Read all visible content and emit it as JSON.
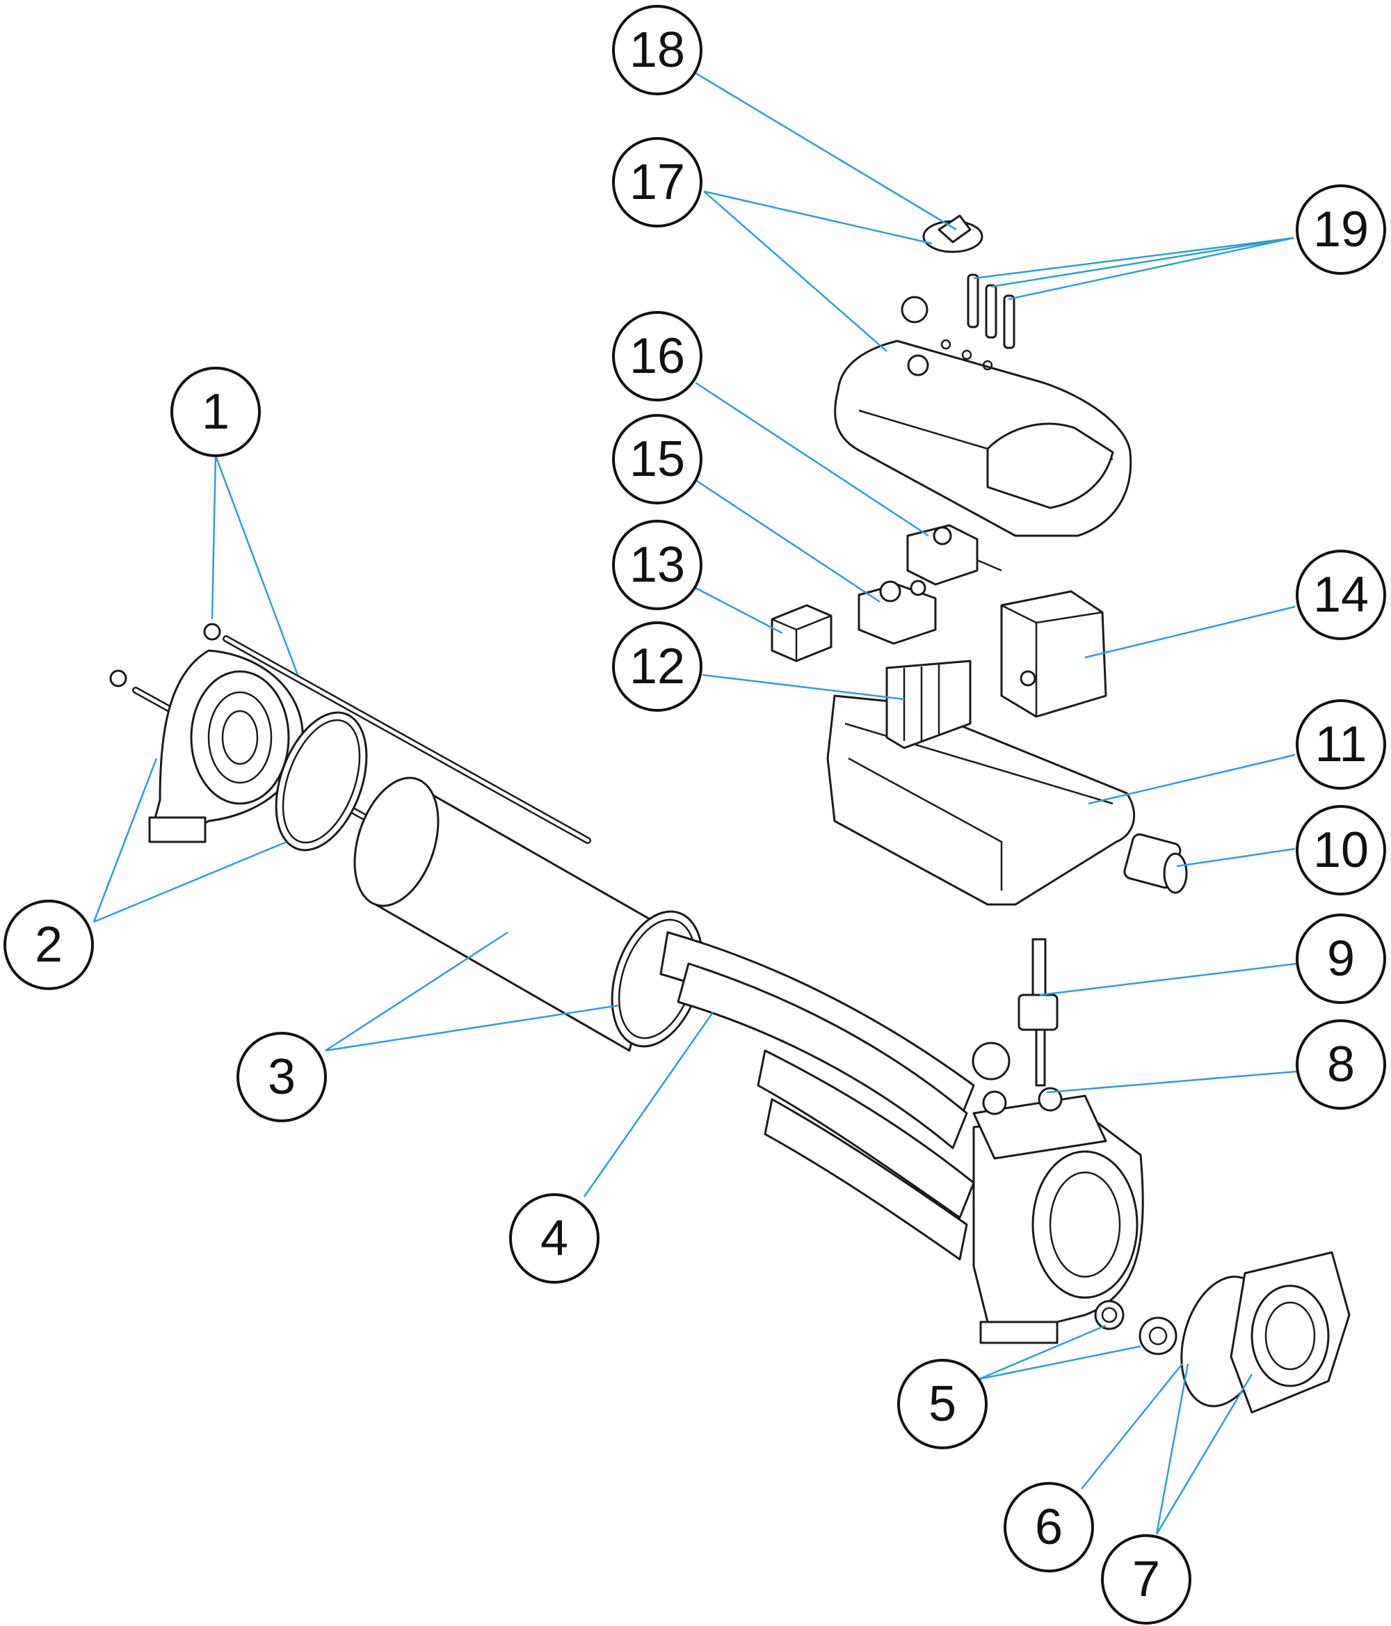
{
  "diagram": {
    "callouts": [
      {
        "id": "1",
        "label": "1"
      },
      {
        "id": "2",
        "label": "2"
      },
      {
        "id": "3",
        "label": "3"
      },
      {
        "id": "4",
        "label": "4"
      },
      {
        "id": "5",
        "label": "5"
      },
      {
        "id": "6",
        "label": "6"
      },
      {
        "id": "7",
        "label": "7"
      },
      {
        "id": "8",
        "label": "8"
      },
      {
        "id": "9",
        "label": "9"
      },
      {
        "id": "10",
        "label": "10"
      },
      {
        "id": "11",
        "label": "11"
      },
      {
        "id": "12",
        "label": "12"
      },
      {
        "id": "13",
        "label": "13"
      },
      {
        "id": "14",
        "label": "14"
      },
      {
        "id": "15",
        "label": "15"
      },
      {
        "id": "16",
        "label": "16"
      },
      {
        "id": "17",
        "label": "17"
      },
      {
        "id": "18",
        "label": "18"
      },
      {
        "id": "19",
        "label": "19"
      }
    ],
    "colors": {
      "leader": "#2aa0d4",
      "outline": "#1a1a1a"
    }
  }
}
